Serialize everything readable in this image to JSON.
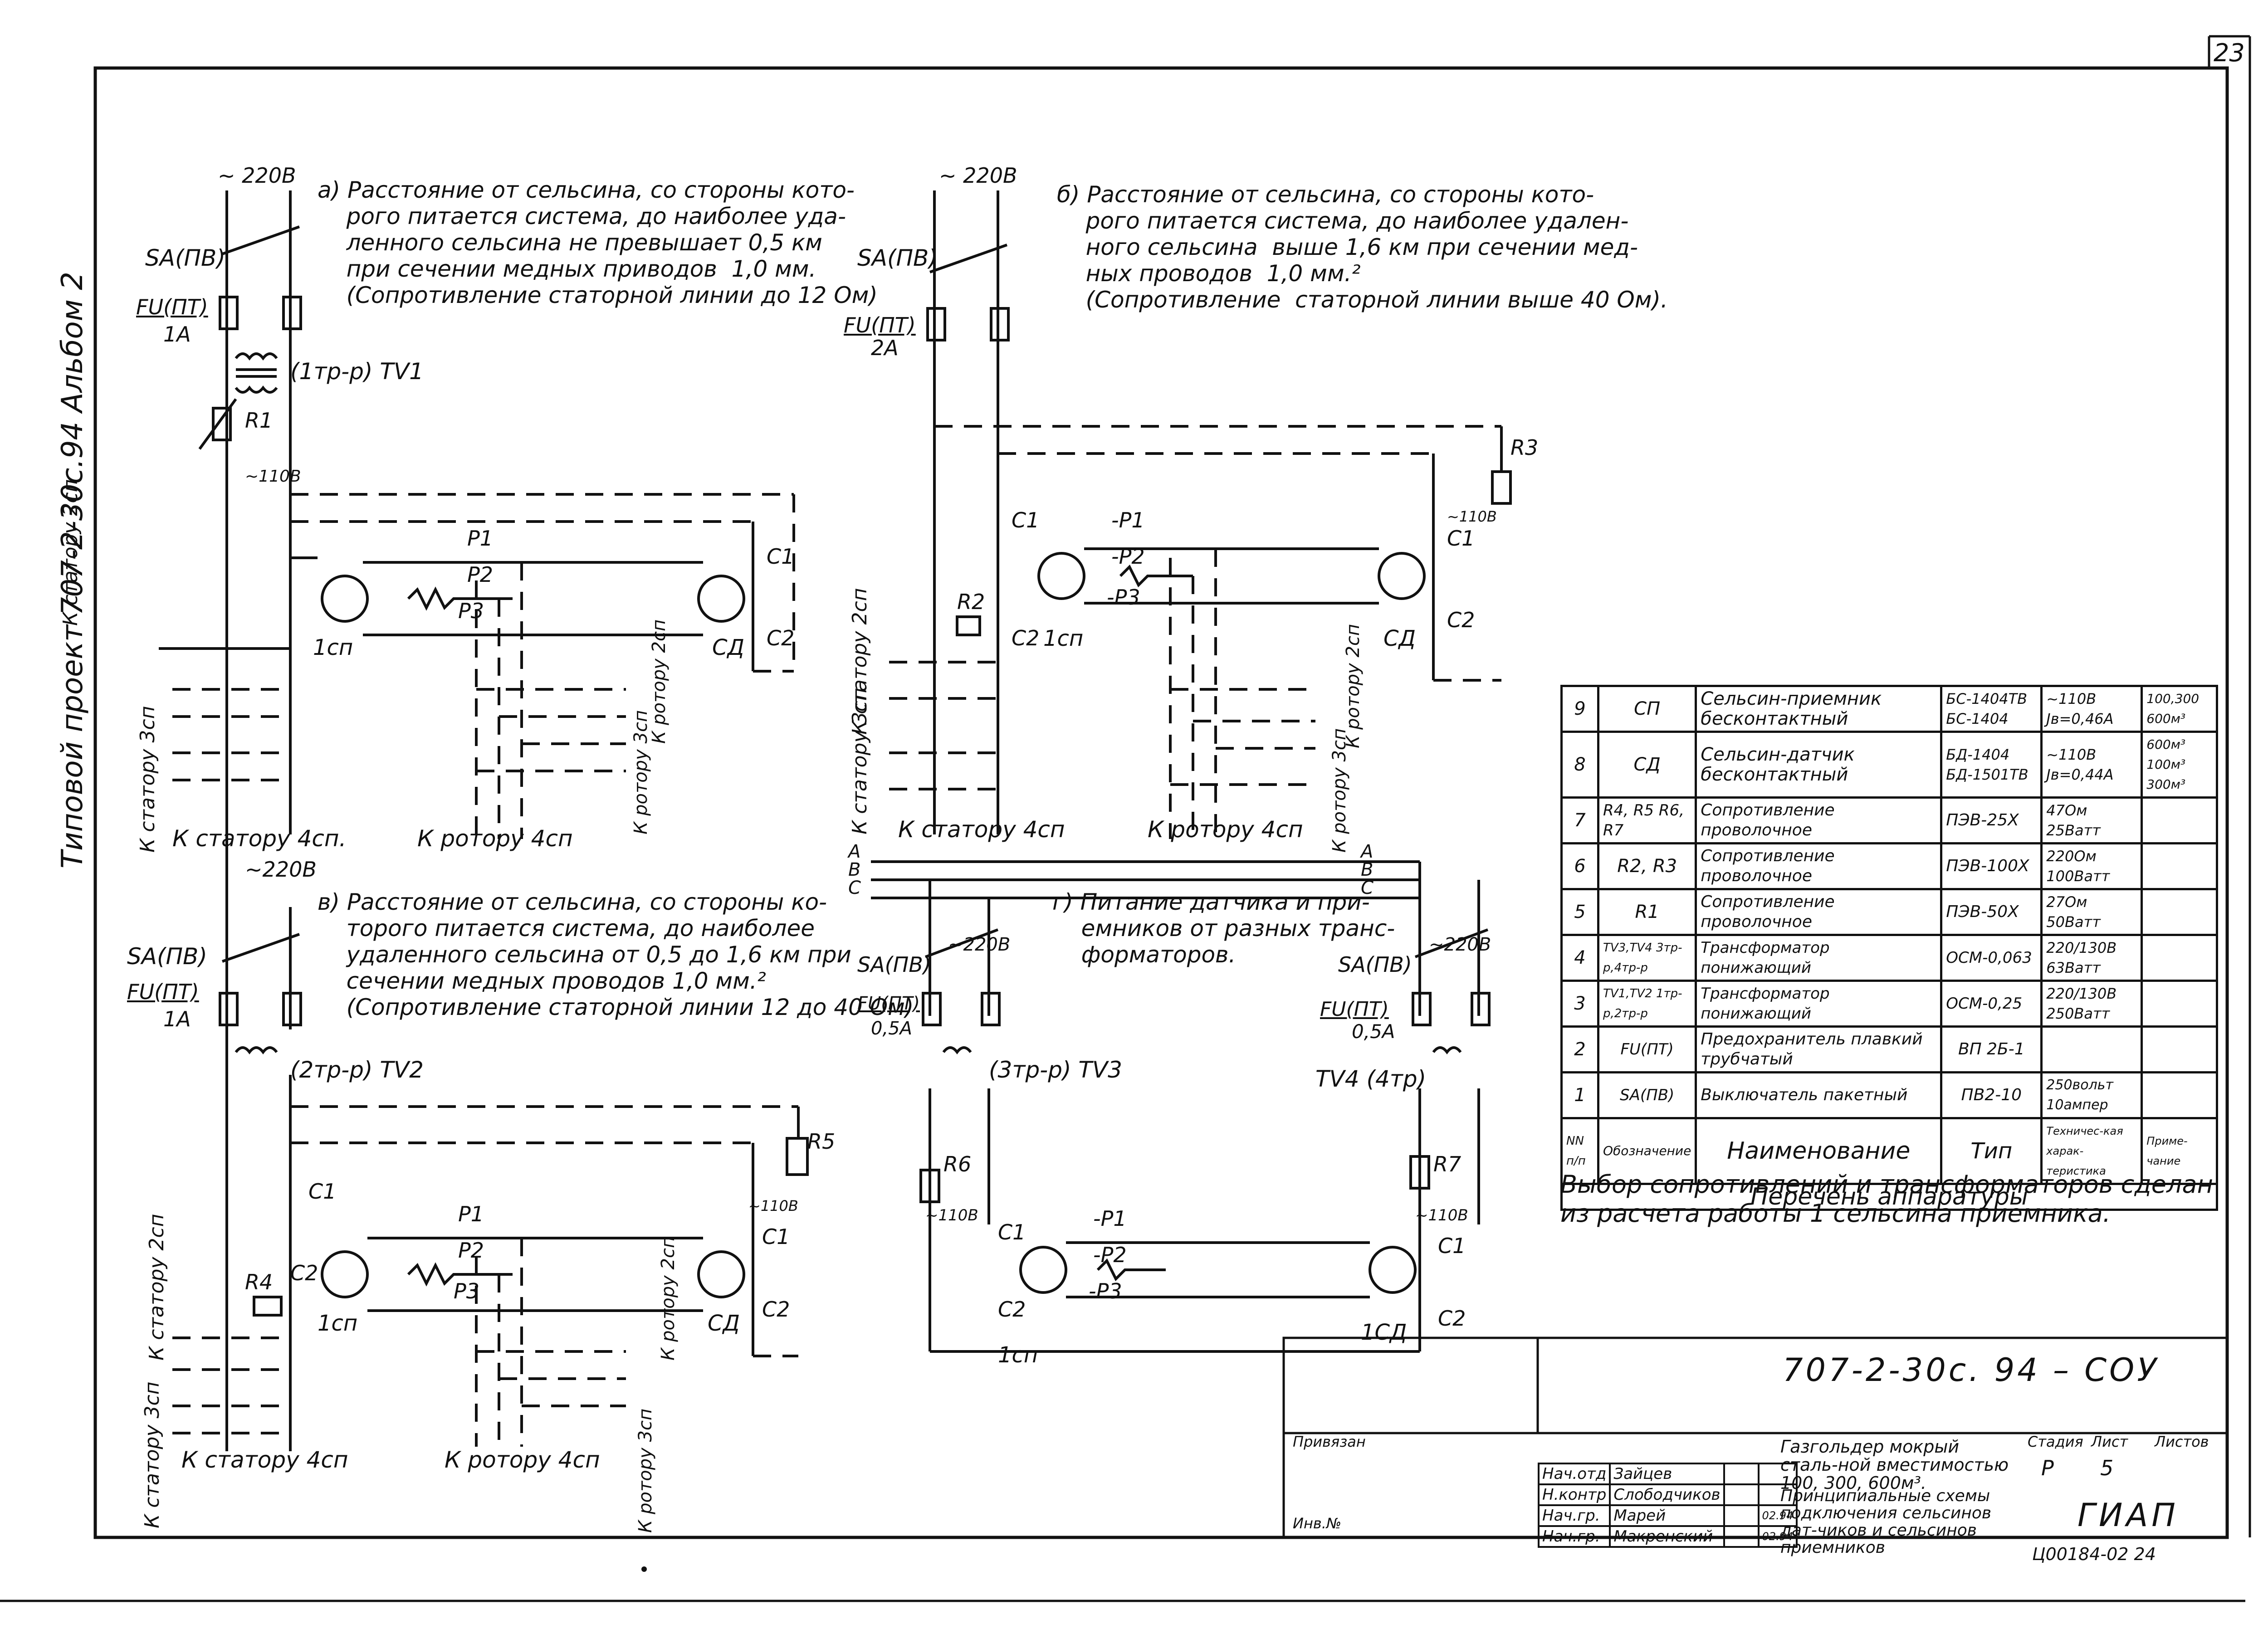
{
  "page": {
    "sheet_number": "23",
    "side_title": "Типовой проект 707-2-30с.94 Альбом 2",
    "bottom_code": "Ц00184-02  24"
  },
  "labels": {
    "v220": "~ 220В",
    "v220b": "~220В",
    "v110": "~110В",
    "sa": "SA(ПВ)",
    "fu": "FU(ПТ)",
    "amp1": "1А",
    "amp2": "2А",
    "amp05": "0,5А",
    "tv1": "(1тр-р) TV1",
    "tv2": "(2тр-р) TV2",
    "tv3": "(3тр-р) TV3",
    "tv4": "TV4 (4тр)",
    "R1": "R1",
    "R2": "R2",
    "R3": "R3",
    "R4": "R4",
    "R5": "R5",
    "R6": "R6",
    "R7": "R7",
    "P1": "P1",
    "P2": "P2",
    "P3": "P3",
    "mP1": "-P1",
    "mP2": "-P2",
    "mP3": "-P3",
    "C1": "C1",
    "C2": "C2",
    "sp1": "1сп",
    "sd": "СД",
    "sd1": "1СД",
    "k_stator4": "К статору 4сп.",
    "k_stator4b": "К статору 4сп",
    "k_rotor4": "К ротору 4сп",
    "k_stator2": "К статору 2сп",
    "k_stator3": "К статору 3сп",
    "k_rotor2": "К ротору 2сп",
    "k_rotor3": "К ротору 3сп",
    "A": "А",
    "B": "В",
    "C": "С"
  },
  "notes": {
    "a": "а) Расстояние от сельсина, со стороны кото-\n    рого питается система, до наиболее уда-\n    ленного сельсина не превышает 0,5 км\n    при сечении медных приводов  1,0 мм.\n    (Сопротивление статорной линии до 12 Ом)",
    "b": "б) Расстояние от сельсина, со стороны кото-\n    рого питается система, до наиболее удален-\n    ного сельсина  выше 1,6 км при сечении мед-\n    ных проводов  1,0 мм.²\n    (Сопротивление  статорной линии выше 40 Ом).",
    "v": "в) Расстояние от сельсина, со стороны ко-\n    торого питается система, до наиболее\n    удаленного сельсина от 0,5 до 1,6 км при\n    сечении медных проводов 1,0 мм.²\n    (Сопротивление статорной линии 12 до 40 Ом)",
    "g": "г) Питание датчика и при-\n    емников от разных транс-\n    форматоров.",
    "selection": "Выбор сопротивлений и трансформаторов сделан\nиз расчета работы 1 сельсина приемника."
  },
  "spec_table": {
    "caption": "Перечень аппаратуры",
    "headers": [
      "NN п/п",
      "Обозначение",
      "Наименование",
      "Тип",
      "Техничес-кая харак-теристика",
      "Приме-чание"
    ],
    "rows": [
      [
        "9",
        "СП",
        "Сельсин-приемник бесконтактный",
        "БС-1404ТВ БС-1404",
        "~110В Jв=0,46А",
        "100,300 600м³"
      ],
      [
        "8",
        "СД",
        "Сельсин-датчик бесконтактный",
        "БД-1404 БД-1501ТВ",
        "~110В Jв=0,44А",
        "600м³ 100м³ 300м³"
      ],
      [
        "7",
        "R4, R5 R6, R7",
        "Сопротивление проволочное",
        "ПЭВ-25Х",
        "47Ом 25Ватт",
        ""
      ],
      [
        "6",
        "R2, R3",
        "Сопротивление проволочное",
        "ПЭВ-100Х",
        "220Ом 100Ватт",
        ""
      ],
      [
        "5",
        "R1",
        "Сопротивление проволочное",
        "ПЭВ-50Х",
        "27Ом 50Ватт",
        ""
      ],
      [
        "4",
        "TV3,TV4 3тр-р,4тр-р",
        "Трансформатор понижающий",
        "ОСМ-0,063",
        "220/130В 63Ватт",
        ""
      ],
      [
        "3",
        "TV1,TV2 1тр-р,2тр-р",
        "Трансформатор понижающий",
        "ОСМ-0,25",
        "220/130В 250Ватт",
        ""
      ],
      [
        "2",
        "FU(ПТ)",
        "Предохранитель плавкий трубчатый",
        "ВП 2Б-1",
        "",
        ""
      ],
      [
        "1",
        "SA(ПВ)",
        "Выключатель пакетный",
        "ПВ2-10",
        "250вольт 10ампер",
        ""
      ]
    ]
  },
  "stamp": {
    "code": "707-2-30с. 94    –    СОУ",
    "privyazan": "Привязан",
    "inv": "Инв.№",
    "title1": "Газгольдер мокрый сталь-ной вместимостью 100, 300, 600м³.",
    "title2": "Принципиальные схемы подключения сельсинов дат-чиков и сельсинов приемников",
    "stage_h": "Стадия",
    "sheet_h": "Лист",
    "sheets_h": "Листов",
    "stage": "Р",
    "sheet": "5",
    "org": "ГИАП",
    "people": [
      [
        "Нач.отд",
        "Зайцев"
      ],
      [
        "Н.контр",
        "Слободчиков"
      ],
      [
        "Нач.гр.",
        "Марей"
      ],
      [
        "Нач.гр.",
        "Макренский"
      ]
    ],
    "dates": [
      "",
      "",
      "02.94",
      "02.94"
    ]
  }
}
